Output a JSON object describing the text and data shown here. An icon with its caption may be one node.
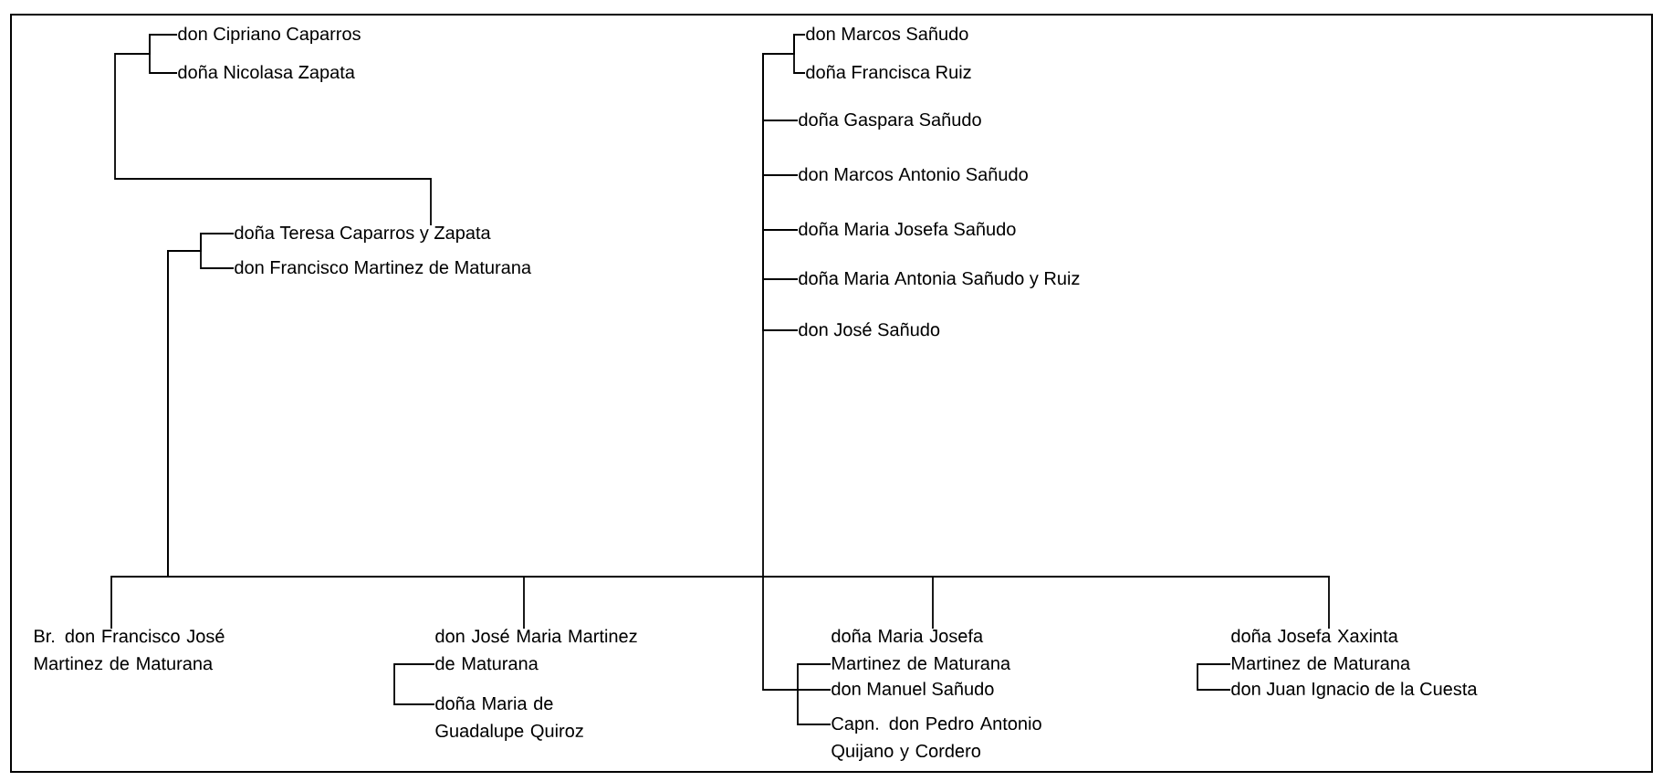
{
  "diagram": {
    "nodes": [
      {
        "text": [
          "don Cipriano Caparros"
        ]
      },
      {
        "text": [
          "doña Nicolasa Zapata"
        ]
      },
      {
        "text": [
          "doña Teresa Caparros y Zapata"
        ]
      },
      {
        "text": [
          "don Francisco Martinez de Maturana"
        ]
      },
      {
        "text": [
          "don Marcos Sañudo"
        ]
      },
      {
        "text": [
          "doña Francisca Ruiz"
        ]
      },
      {
        "text": [
          "doña Gaspara Sañudo"
        ]
      },
      {
        "text": [
          "don Marcos Antonio Sañudo"
        ]
      },
      {
        "text": [
          "doña Maria Josefa Sañudo"
        ]
      },
      {
        "text": [
          "doña Maria Antonia Sañudo y Ruiz"
        ]
      },
      {
        "text": [
          "don José Sañudo"
        ]
      },
      {
        "text": [
          "Br. don Francisco José Martinez de Maturana"
        ]
      },
      {
        "text": [
          "don José Maria Martinez de Maturana"
        ]
      },
      {
        "text": [
          "doña Maria de Guadalupe Quiroz"
        ]
      },
      {
        "text": [
          "doña Maria Josefa Martinez de Maturana"
        ]
      },
      {
        "text": [
          "don Manuel Sañudo"
        ]
      },
      {
        "text": [
          "Capn. don Pedro Antonio Quijano y Cordero"
        ]
      },
      {
        "text": [
          "doña Josefa Xaxinta Martinez de Maturana"
        ]
      },
      {
        "text": [
          "don Juan Ignacio de la Cuesta"
        ]
      }
    ],
    "edges": [
      {
        "from": 0,
        "to": 1,
        "arrow": "none"
      },
      {
        "from": 0,
        "to": 2,
        "arrow": "none"
      },
      {
        "from": 2,
        "to": 3,
        "arrow": "none"
      },
      {
        "from": 2,
        "to": 11,
        "arrow": "none"
      },
      {
        "from": 2,
        "to": 12,
        "arrow": "none"
      },
      {
        "from": 2,
        "to": 14,
        "arrow": "none"
      },
      {
        "from": 2,
        "to": 17,
        "arrow": "none"
      },
      {
        "from": 4,
        "to": 5,
        "arrow": "none"
      },
      {
        "from": 4,
        "to": 6,
        "arrow": "none"
      },
      {
        "from": 4,
        "to": 7,
        "arrow": "none"
      },
      {
        "from": 4,
        "to": 8,
        "arrow": "none"
      },
      {
        "from": 4,
        "to": 9,
        "arrow": "none"
      },
      {
        "from": 4,
        "to": 10,
        "arrow": "none"
      },
      {
        "from": 4,
        "to": 15,
        "arrow": "none"
      },
      {
        "from": 12,
        "to": 13,
        "arrow": "none"
      },
      {
        "from": 14,
        "to": 16,
        "arrow": "none"
      },
      {
        "from": 17,
        "to": 18,
        "arrow": "none"
      }
    ]
  }
}
